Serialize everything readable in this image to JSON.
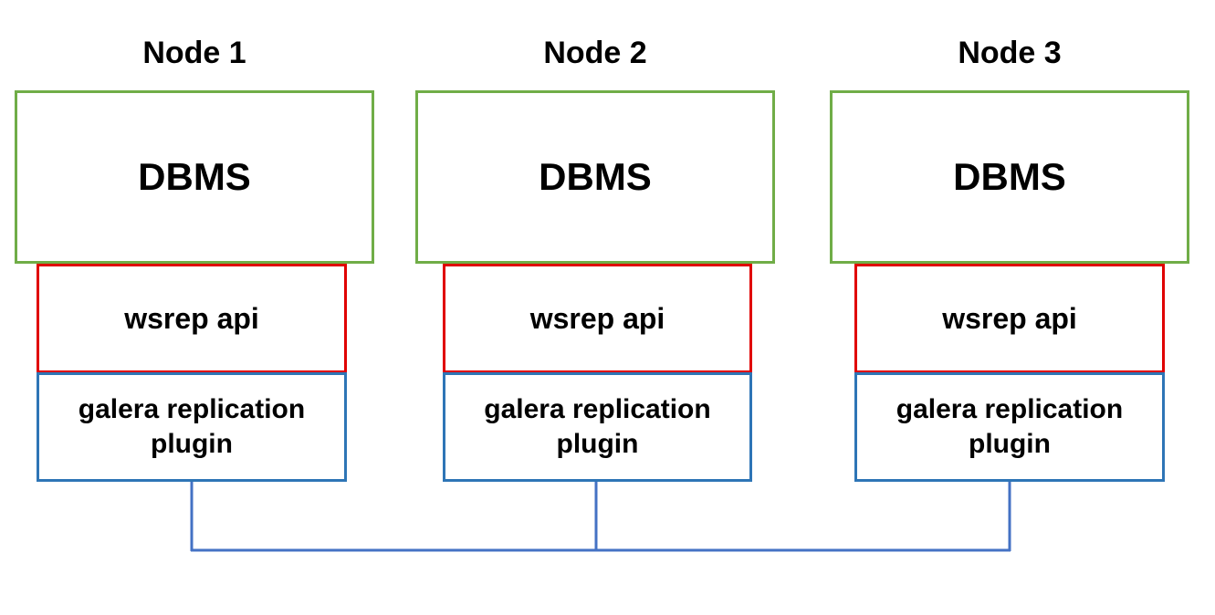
{
  "nodes": [
    {
      "title": "Node 1",
      "dbms_label": "DBMS",
      "wsrep_label": "wsrep api",
      "galera_label": "galera replication plugin"
    },
    {
      "title": "Node 2",
      "dbms_label": "DBMS",
      "wsrep_label": "wsrep api",
      "galera_label": "galera replication plugin"
    },
    {
      "title": "Node 3",
      "dbms_label": "DBMS",
      "wsrep_label": "wsrep api",
      "galera_label": "galera replication plugin"
    }
  ],
  "colors": {
    "dbms_border": "#70AD47",
    "wsrep_border": "#E00000",
    "galera_border": "#2E75B6",
    "connector": "#4472C4"
  }
}
